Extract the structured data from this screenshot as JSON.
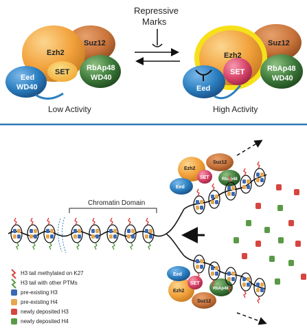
{
  "colors": {
    "ezh2": "#f2a23c",
    "suz12": "#c8733a",
    "eed": "#2b7fc0",
    "rbap48": "#3d7a3a",
    "set": "#d9456a",
    "set_low": "#f3b540",
    "highlight": "#f6e01a",
    "divider": "#2f79b8",
    "dna": "#1a1a1a",
    "h3_pre": "#3a69b4",
    "h4_pre": "#e6a64c",
    "h3_new": "#d7453f",
    "h4_new": "#5a9a46"
  },
  "top": {
    "center_label_line1": "Repressive",
    "center_label_line2": "Marks",
    "low_panel": {
      "ezh2": "Ezh2",
      "suz12": "Suz12",
      "set": "SET",
      "eed_line1": "Eed",
      "eed_line2": "WD40",
      "rbap_line1": "RbAp48",
      "rbap_line2": "WD40",
      "caption": "Low Activity"
    },
    "high_panel": {
      "ezh2": "Ezh2",
      "suz12": "Suz12",
      "set": "SET",
      "eed": "Eed",
      "rbap_line1": "RbAp48",
      "rbap_line2": "WD40",
      "caption": "High Activity"
    }
  },
  "bottom": {
    "chromatin_label": "Chromatin Domain",
    "upper_complex": {
      "ezh2": "Ezh2",
      "suz12": "Suz12",
      "set": "SET",
      "eed": "Eed",
      "rbap": "RbAp48"
    },
    "lower_complex": {
      "ezh2": "Ezh2",
      "suz12": "Suz12",
      "set": "SET",
      "eed": "Eed",
      "rbap": "RbAp48"
    }
  },
  "legend": [
    {
      "label": "H3 tail methylated on K27",
      "icon": "red-tail-icon"
    },
    {
      "label": "H3 tail with other PTMs",
      "icon": "green-tail-icon"
    },
    {
      "label": "pre-existing H3",
      "icon": "blue-histone-icon"
    },
    {
      "label": "pre-existing H4",
      "icon": "orange-histone-icon"
    },
    {
      "label": "newly deposited H3",
      "icon": "red-histone-icon"
    },
    {
      "label": "newly deposited H4",
      "icon": "green-histone-icon"
    }
  ]
}
